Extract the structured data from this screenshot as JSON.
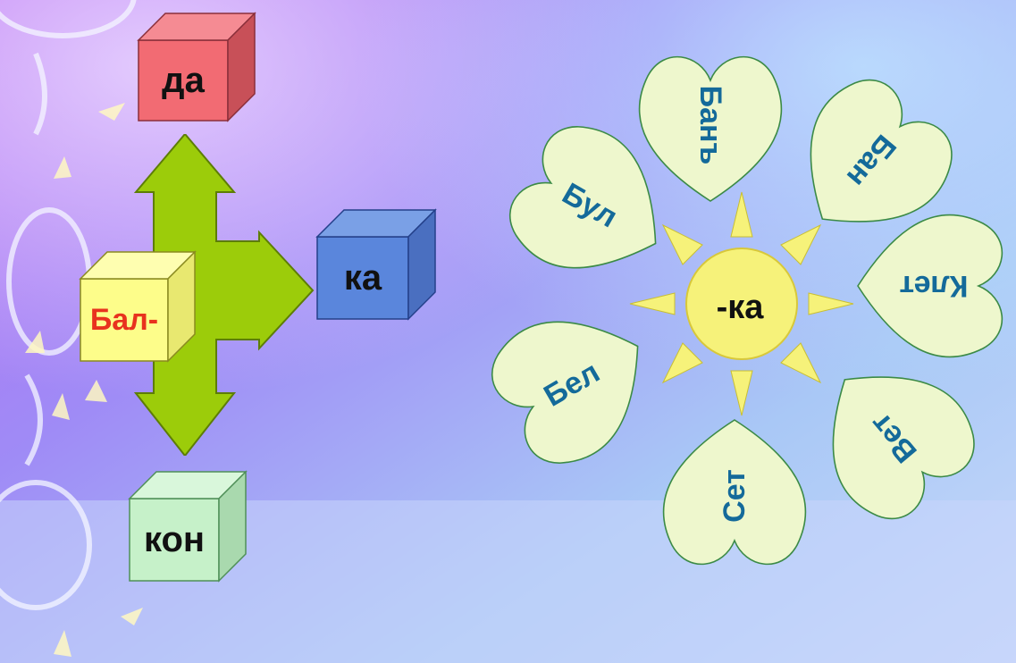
{
  "left_diagram": {
    "root": "Бал-",
    "endings": {
      "top": "да",
      "right": "ка",
      "bottom": "кон"
    }
  },
  "flower": {
    "center": "-ка",
    "petals": [
      "Банъ",
      "Бан",
      "Клет",
      "Вет",
      "Сет",
      "Бел",
      "Бул"
    ]
  },
  "colors": {
    "arrow": "#9ccc0a",
    "cube_top": "#f26b73",
    "cube_right": "#5a86dc",
    "cube_bottom": "#c6f1c9",
    "cube_root": "#fdfd8a",
    "root_text": "#e8321e",
    "petal_fill": "#eef7cd",
    "petal_text": "#146a9a",
    "sun": "#f6f27a"
  }
}
